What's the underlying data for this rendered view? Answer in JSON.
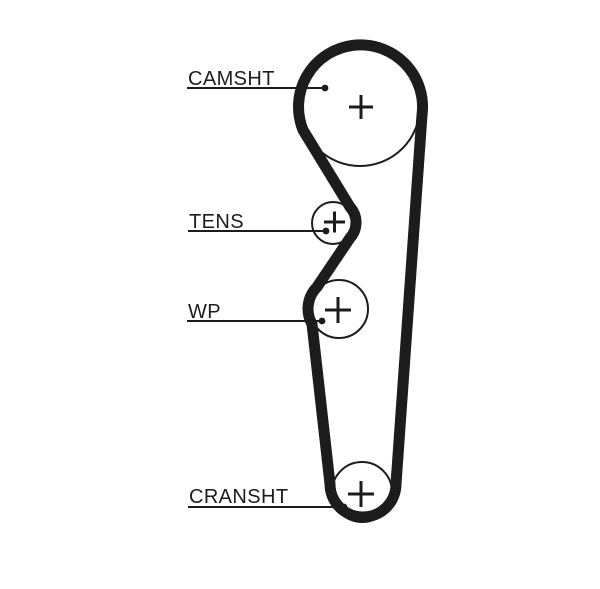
{
  "diagram": {
    "kind": "timing-belt-routing-diagram",
    "background_color": "#ffffff",
    "ink_color": "#1c1c1c",
    "belt_color": "#1c1c1c",
    "belt": {
      "name": "timing-belt"
    },
    "pulleys": [
      {
        "id": "camshaft",
        "label": "CAMSHT",
        "marker": "+"
      },
      {
        "id": "tensioner",
        "label": "TENS",
        "marker": "+"
      },
      {
        "id": "water-pump",
        "label": "WP",
        "marker": "+"
      },
      {
        "id": "crankshaft",
        "label": "CRANSHT",
        "marker": "+"
      }
    ]
  }
}
